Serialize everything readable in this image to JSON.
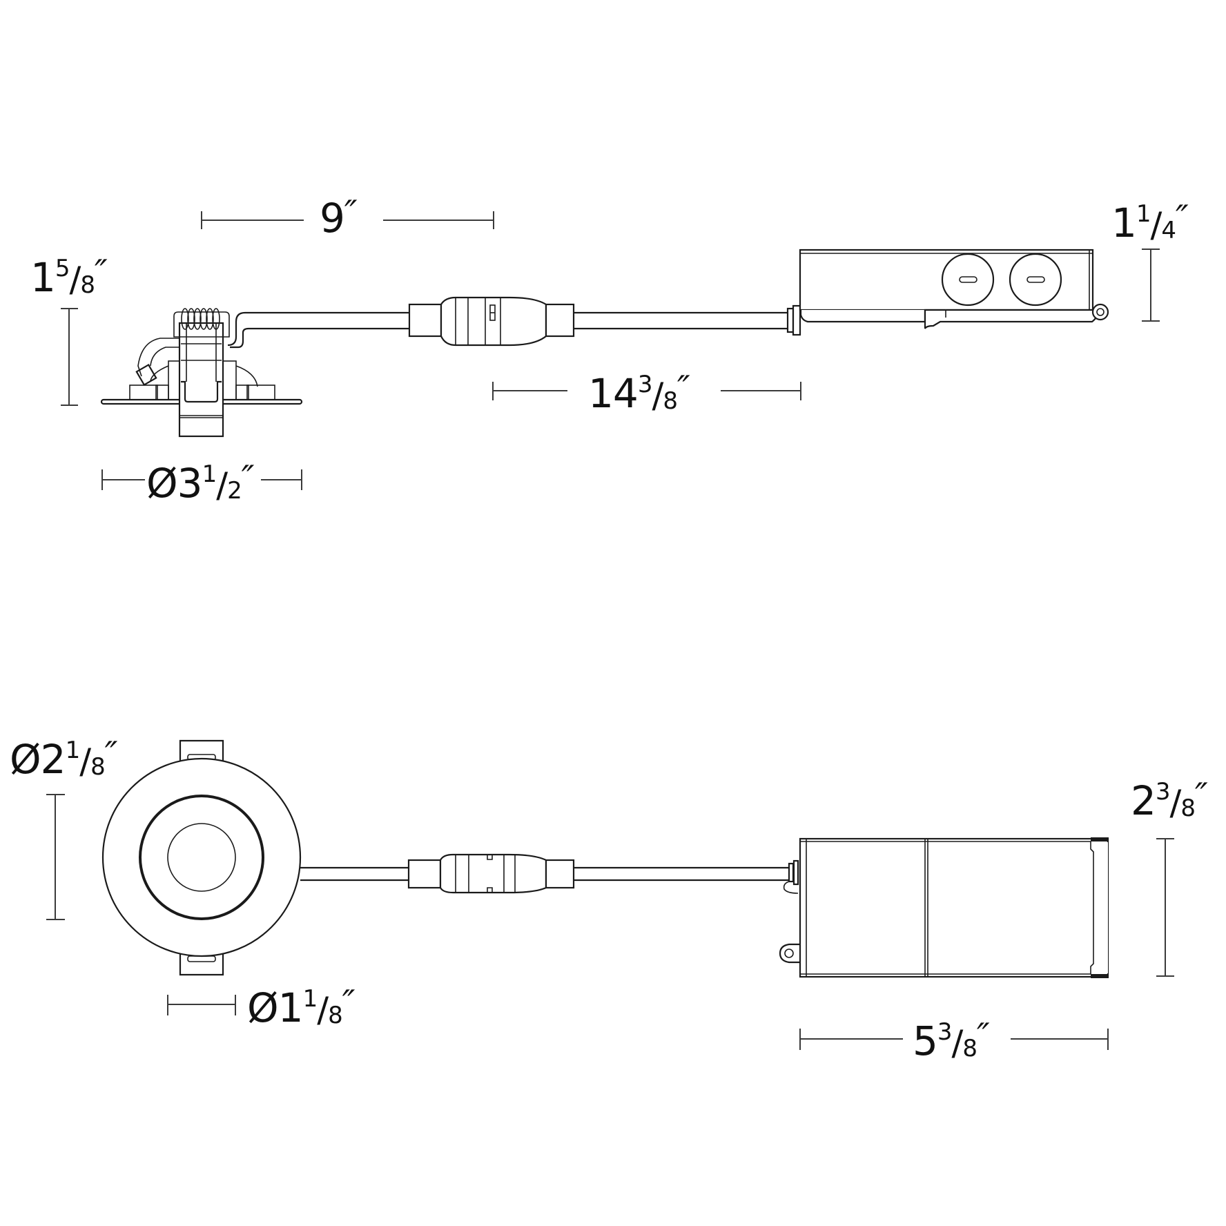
{
  "drawing": {
    "title": "Recessed LED fixture with remote junction box — dimension drawing",
    "line_color": "#1a1a1a",
    "background": "#ffffff",
    "views": [
      {
        "name": "side-view",
        "dimensions": {
          "cable_to_connector": {
            "whole": "9",
            "num": "",
            "den": "",
            "unit": "″",
            "text": "9″"
          },
          "fixture_height": {
            "whole": "1",
            "num": "5",
            "den": "8",
            "unit": "″",
            "text": "1⅝″"
          },
          "box_height": {
            "whole": "1",
            "num": "1",
            "den": "4",
            "unit": "″",
            "text": "1¼″"
          },
          "connector_to_box": {
            "whole": "14",
            "num": "3",
            "den": "8",
            "unit": "″",
            "text": "14⅜″"
          },
          "flange_diameter": {
            "prefix": "Ø",
            "whole": "3",
            "num": "1",
            "den": "2",
            "unit": "″",
            "text": "Ø3½″"
          }
        }
      },
      {
        "name": "top-view",
        "dimensions": {
          "trim_diameter": {
            "prefix": "Ø",
            "whole": "2",
            "num": "1",
            "den": "8",
            "unit": "″",
            "text": "Ø2⅛″"
          },
          "aperture_diameter": {
            "prefix": "Ø",
            "whole": "1",
            "num": "1",
            "den": "8",
            "unit": "″",
            "text": "Ø1⅛″"
          },
          "box_depth": {
            "whole": "2",
            "num": "3",
            "den": "8",
            "unit": "″",
            "text": "2⅜″"
          },
          "box_length": {
            "whole": "5",
            "num": "3",
            "den": "8",
            "unit": "″",
            "text": "5⅜″"
          }
        }
      }
    ]
  }
}
